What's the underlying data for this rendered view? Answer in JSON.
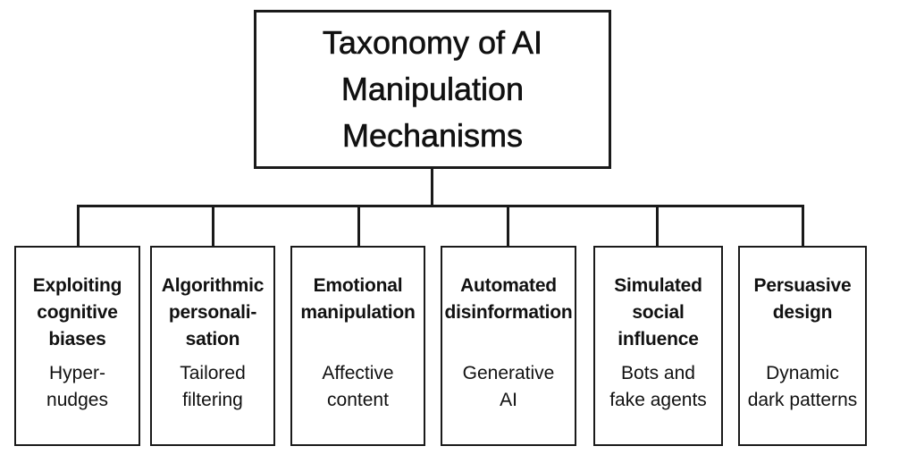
{
  "root": {
    "title": "Taxonomy of AI\nManipulation\nMechanisms"
  },
  "categories": [
    {
      "title": "Exploiting\ncognitive\nbiases",
      "example": "Hyper-\nnudges"
    },
    {
      "title": "Algorithmic\npersonali-\nsation",
      "example": "Tailored\nfiltering"
    },
    {
      "title": "Emotional\nmanipulation",
      "example": "Affective\ncontent"
    },
    {
      "title": "Automated\ndisinformation",
      "example": "Generative\nAI"
    },
    {
      "title": "Simulated\nsocial\ninfluence",
      "example": "Bots and\nfake agents"
    },
    {
      "title": "Persuasive\ndesign",
      "example": "Dynamic\ndark patterns"
    }
  ]
}
